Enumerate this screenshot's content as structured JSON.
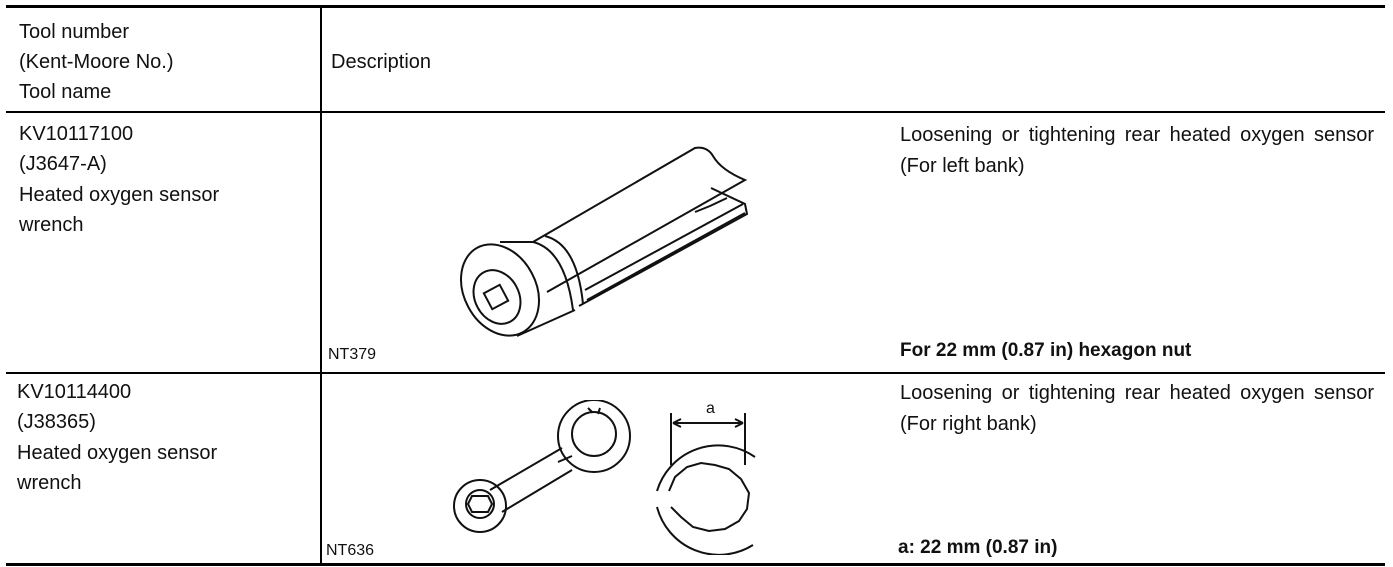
{
  "header": {
    "tool_col": [
      "Tool number",
      "(Kent-Moore No.)",
      "Tool name"
    ],
    "description": "Description"
  },
  "rows": [
    {
      "tool_number": "KV10117100",
      "kent_moore": "(J3647-A)",
      "tool_name_1": "Heated oxygen sensor",
      "tool_name_2": "wrench",
      "figure_code": "NT379",
      "description": "Loosening or tightening rear heated oxygen sensor (For left bank)",
      "spec": "For 22 mm (0.87 in) hexagon nut"
    },
    {
      "tool_number": "KV10114400",
      "kent_moore": "(J38365)",
      "tool_name_1": "Heated oxygen sensor",
      "tool_name_2": "wrench",
      "figure_code": "NT636",
      "figure_label": "a",
      "description": "Loosening or tightening rear heated oxygen sensor (For right bank)",
      "spec": "a: 22 mm (0.87 in)"
    }
  ]
}
